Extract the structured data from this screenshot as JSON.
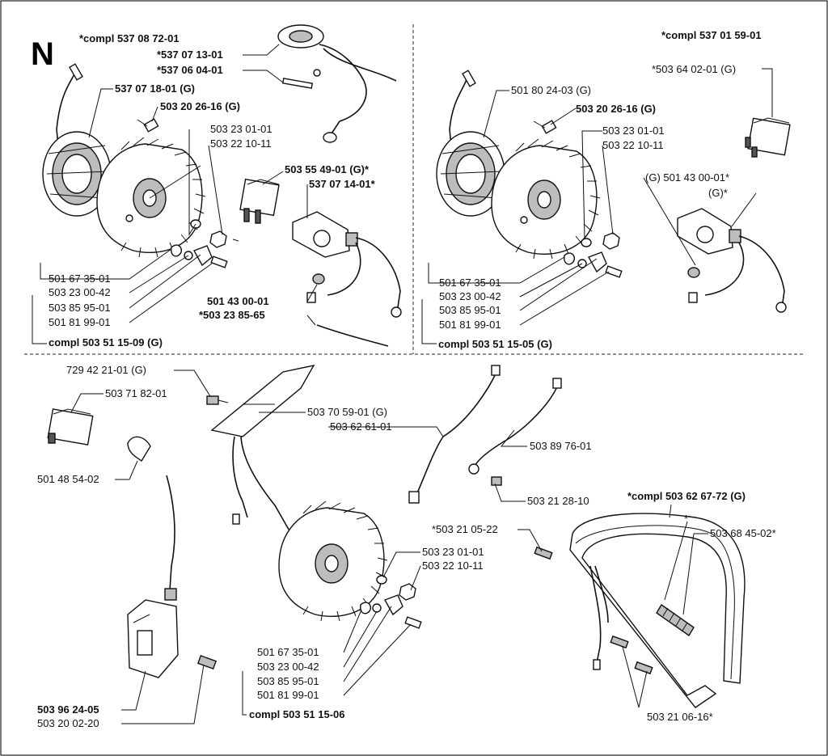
{
  "section_letter": "N",
  "panel_tl": {
    "compl_main": "*compl 537 08 72-01",
    "p_537_07_13_01": "*537 07 13-01",
    "p_537_06_04_01": "*537 06 04-01",
    "p_537_07_18_01": "537 07 18-01 (G)",
    "p_503_20_26_16": "503 20 26-16 (G)",
    "p_503_23_01_01": "503 23 01-01",
    "p_503_22_10_11": "503 22 10-11",
    "p_503_55_49_01": "503 55 49-01 (G)*",
    "p_537_07_14_01": "537 07 14-01*",
    "p_501_67_35_01": "501 67 35-01",
    "p_503_23_00_42": "503 23 00-42",
    "p_503_85_95_01": "503 85 95-01",
    "p_501_81_99_01": "501 81 99-01",
    "p_501_43_00_01": "501 43 00-01",
    "p_503_23_85_65": "*503 23 85-65",
    "compl_bottom": "compl 503 51 15-09 (G)"
  },
  "panel_tr": {
    "compl_main": "*compl 537 01 59-01",
    "p_503_64_02_01": "*503 64 02-01 (G)",
    "p_501_80_24_03": "501 80 24-03 (G)",
    "p_503_20_26_16": "503 20 26-16 (G)",
    "p_503_23_01_01": "503 23 01-01",
    "p_503_22_10_11": "503 22 10-11",
    "p_501_43_00_01": "(G) 501 43 00-01*",
    "p_g_star": "(G)*",
    "p_501_67_35_01": "501 67 35-01",
    "p_503_23_00_42": "503 23 00-42",
    "p_503_85_95_01": "503 85 95-01",
    "p_501_81_99_01": "501 81 99-01",
    "compl_bottom": "compl 503 51 15-05 (G)"
  },
  "panel_bottom": {
    "p_729_42_21_01": "729 42 21-01 (G)",
    "p_503_71_82_01": "503 71 82-01",
    "p_503_70_59_01": "503 70 59-01 (G)",
    "p_503_62_61_01": "503 62 61-01",
    "p_503_89_76_01": "503 89 76-01",
    "p_501_48_54_02": "501 48 54-02",
    "p_503_21_28_10": "503 21 28-10",
    "compl_handle": "*compl 503 62 67-72 (G)",
    "star": "*",
    "p_503_68_45_02": "503 68 45-02*",
    "p_503_21_05_22": "*503 21 05-22",
    "p_503_23_01_01": "503 23 01-01",
    "p_503_22_10_11": "503 22 10-11",
    "p_501_67_35_01": "501 67 35-01",
    "p_503_23_00_42": "503 23 00-42",
    "p_503_85_95_01": "503 85 95-01",
    "p_501_81_99_01": "501 81 99-01",
    "compl_bottom": "compl 503 51 15-06",
    "p_503_96_24_05": "503 96 24-05",
    "p_503_20_02_20": "503 20 02-20",
    "p_503_21_06_16": "503 21 06-16*"
  }
}
